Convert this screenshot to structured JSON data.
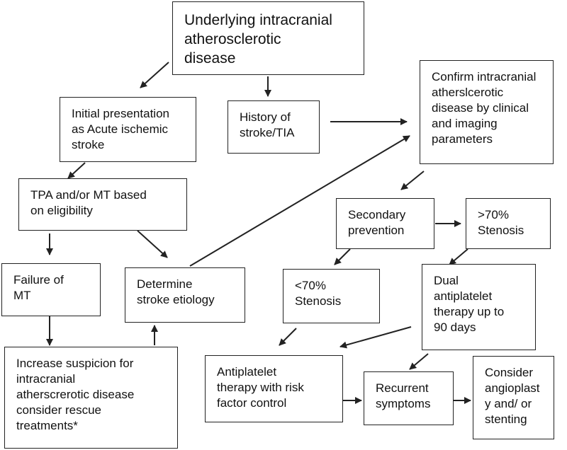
{
  "nodes": {
    "underlying": "Underlying intracranial\natherosclerotic\ndisease",
    "initial_presentation": "Initial presentation\nas Acute ischemic\nstroke",
    "history": "History of\nstroke/TIA",
    "confirm": "Confirm intracranial\natherslcerotic\ndisease by clinical\nand imaging\nparameters",
    "tpa_mt": "TPA and/or MT based\non eligibility",
    "secondary_prevention": "Secondary\nprevention",
    "gt70": ">70%\nStenosis",
    "failure_mt": "Failure of\nMT",
    "determine_etiology": "Determine\nstroke etiology",
    "lt70": "<70%\nStenosis",
    "dual_antiplatelet": "Dual\nantiplatelet\ntherapy up to\n90 days",
    "increase_suspicion": "Increase suspicion for\nintracranial\natherscrerotic disease\nconsider rescue\ntreatments*",
    "antiplatelet_risk": "Antiplatelet\ntherapy with risk\nfactor control",
    "recurrent": "Recurrent\nsymptoms",
    "angioplasty": "Consider\nangioplast\ny and/ or\nstenting"
  },
  "colors": {
    "line": "#222222",
    "background": "#ffffff"
  }
}
